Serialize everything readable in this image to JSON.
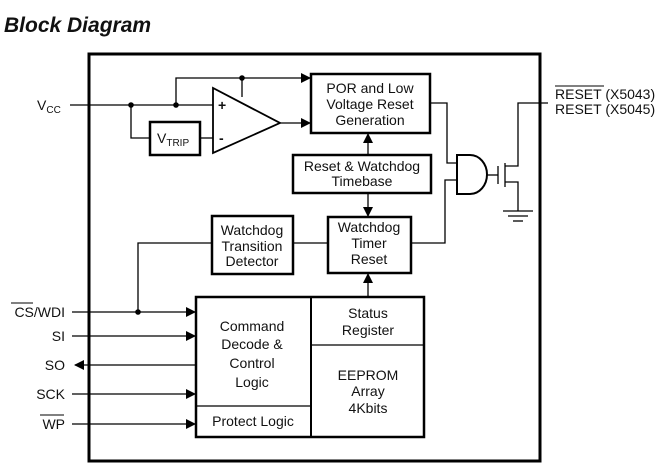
{
  "title": "Block Diagram",
  "pins": {
    "vcc": {
      "main": "V",
      "sub": "CC"
    },
    "reset_bar": "RESET",
    "reset_bar_suffix": " (X5043)",
    "reset": "RESET (X5045)",
    "cs_wdi_bar": "CS",
    "cs_wdi_suffix": "/WDI",
    "si": "SI",
    "so": "SO",
    "sck": "SCK",
    "wp": "WP"
  },
  "vtrip": {
    "main": "V",
    "sub": "TRIP"
  },
  "opamp": {
    "plus": "+",
    "minus": "-"
  },
  "blocks": {
    "por": [
      "POR and Low",
      "Voltage Reset",
      "Generation"
    ],
    "timebase": [
      "Reset & Watchdog",
      "Timebase"
    ],
    "wd_transition": [
      "Watchdog",
      "Transition",
      "Detector"
    ],
    "wd_timer": [
      "Watchdog",
      "Timer",
      "Reset"
    ],
    "command": [
      "Command",
      "Decode &",
      "Control",
      "Logic"
    ],
    "protect": "Protect Logic",
    "status": [
      "Status",
      "Register"
    ],
    "eeprom": [
      "EEPROM",
      "Array",
      "4Kbits"
    ]
  }
}
